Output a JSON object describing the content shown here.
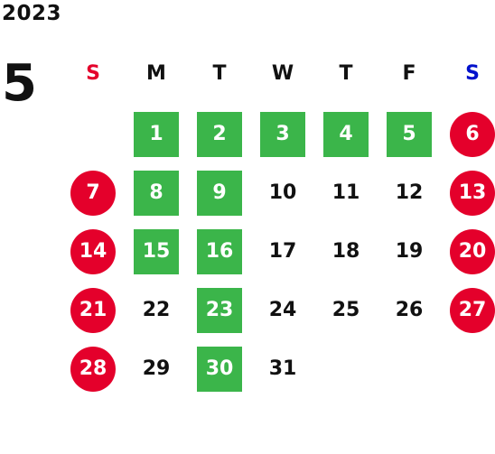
{
  "year": "2023",
  "month": "5",
  "colors": {
    "sunday": "#e4002b",
    "saturday": "#0011cc",
    "holiday_circle": "#e4002b",
    "green_square": "#3bb54a",
    "text": "#111111"
  },
  "weekdays": [
    {
      "label": "S",
      "kind": "sunday"
    },
    {
      "label": "M",
      "kind": "weekday"
    },
    {
      "label": "T",
      "kind": "weekday"
    },
    {
      "label": "W",
      "kind": "weekday"
    },
    {
      "label": "T",
      "kind": "weekday"
    },
    {
      "label": "F",
      "kind": "weekday"
    },
    {
      "label": "S",
      "kind": "saturday"
    }
  ],
  "weeks": [
    [
      null,
      {
        "d": "1",
        "m": "green"
      },
      {
        "d": "2",
        "m": "green"
      },
      {
        "d": "3",
        "m": "green"
      },
      {
        "d": "4",
        "m": "green"
      },
      {
        "d": "5",
        "m": "green"
      },
      {
        "d": "6",
        "m": "red"
      }
    ],
    [
      {
        "d": "7",
        "m": "red"
      },
      {
        "d": "8",
        "m": "green"
      },
      {
        "d": "9",
        "m": "green"
      },
      {
        "d": "10",
        "m": ""
      },
      {
        "d": "11",
        "m": ""
      },
      {
        "d": "12",
        "m": ""
      },
      {
        "d": "13",
        "m": "red"
      }
    ],
    [
      {
        "d": "14",
        "m": "red"
      },
      {
        "d": "15",
        "m": "green"
      },
      {
        "d": "16",
        "m": "green"
      },
      {
        "d": "17",
        "m": ""
      },
      {
        "d": "18",
        "m": ""
      },
      {
        "d": "19",
        "m": ""
      },
      {
        "d": "20",
        "m": "red"
      }
    ],
    [
      {
        "d": "21",
        "m": "red"
      },
      {
        "d": "22",
        "m": ""
      },
      {
        "d": "23",
        "m": "green"
      },
      {
        "d": "24",
        "m": ""
      },
      {
        "d": "25",
        "m": ""
      },
      {
        "d": "26",
        "m": ""
      },
      {
        "d": "27",
        "m": "red"
      }
    ],
    [
      {
        "d": "28",
        "m": "red"
      },
      {
        "d": "29",
        "m": ""
      },
      {
        "d": "30",
        "m": "green"
      },
      {
        "d": "31",
        "m": ""
      },
      null,
      null,
      null
    ]
  ]
}
